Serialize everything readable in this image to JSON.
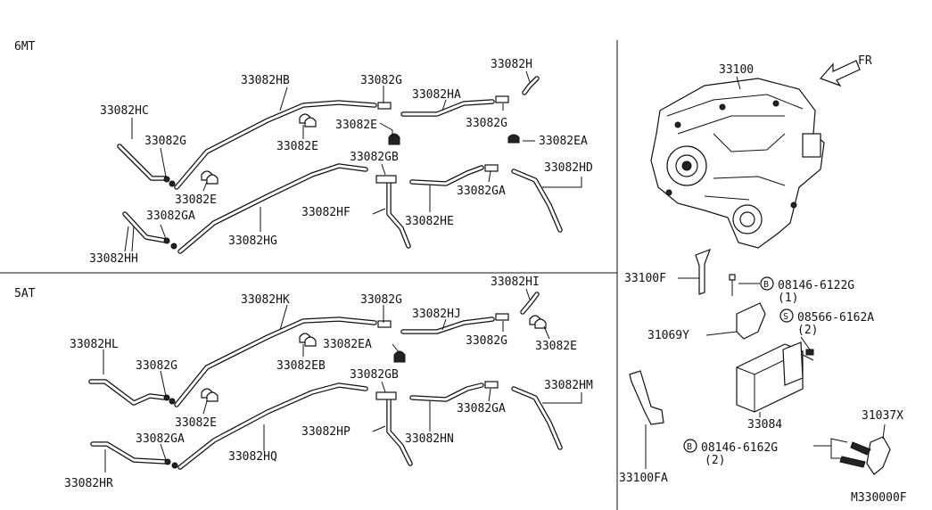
{
  "sections": {
    "mt": "6MT",
    "at": "5AT"
  },
  "labels": {
    "p33082HB": "33082HB",
    "p33082G_mt1": "33082G",
    "p33082HA": "33082HA",
    "p33082H": "33082H",
    "p33082HC": "33082HC",
    "p33082G_mt2": "33082G",
    "p33082E_mt1": "33082E",
    "p33082E_mt2": "33082E",
    "p33082G_mt3": "33082G",
    "p33082EA_mt": "33082EA",
    "p33082GB_mt": "33082GB",
    "p33082HD": "33082HD",
    "p33082E_mt3": "33082E",
    "p33082GA_mt1": "33082GA",
    "p33082GA_mt2": "33082GA",
    "p33082HF": "33082HF",
    "p33082HE": "33082HE",
    "p33082HG": "33082HG",
    "p33082HH": "33082HH",
    "p33082HK": "33082HK",
    "p33082G_at1": "33082G",
    "p33082HJ": "33082HJ",
    "p33082HI": "33082HI",
    "p33082HL": "33082HL",
    "p33082EA_at": "33082EA",
    "p33082G_at2": "33082G",
    "p33082EB": "33082EB",
    "p33082G_at3": "33082G",
    "p33082E_at1": "33082E",
    "p33082GB_at": "33082GB",
    "p33082HM": "33082HM",
    "p33082E_at2": "33082E",
    "p33082GA_at1": "33082GA",
    "p33082HP": "33082HP",
    "p33082GA_at2": "33082GA",
    "p33082HN": "33082HN",
    "p33082HQ": "33082HQ",
    "p33082HR": "33082HR",
    "p33100": "33100",
    "fr": "FR",
    "p33100F": "33100F",
    "bolt1": "08146-6122G",
    "bolt1_qty": "(1)",
    "screw": "08566-6162A",
    "screw_qty": "(2)",
    "p31069Y": "31069Y",
    "p33084": "33084",
    "p31037X": "31037X",
    "bolt2": "08146-6162G",
    "bolt2_qty": "(2)",
    "p33100FA": "33100FA",
    "diagram_code": "M330000F"
  },
  "symbols": {
    "bolt": "B",
    "screw": "S"
  },
  "colors": {
    "line": "#111111",
    "background": "#ffffff"
  }
}
